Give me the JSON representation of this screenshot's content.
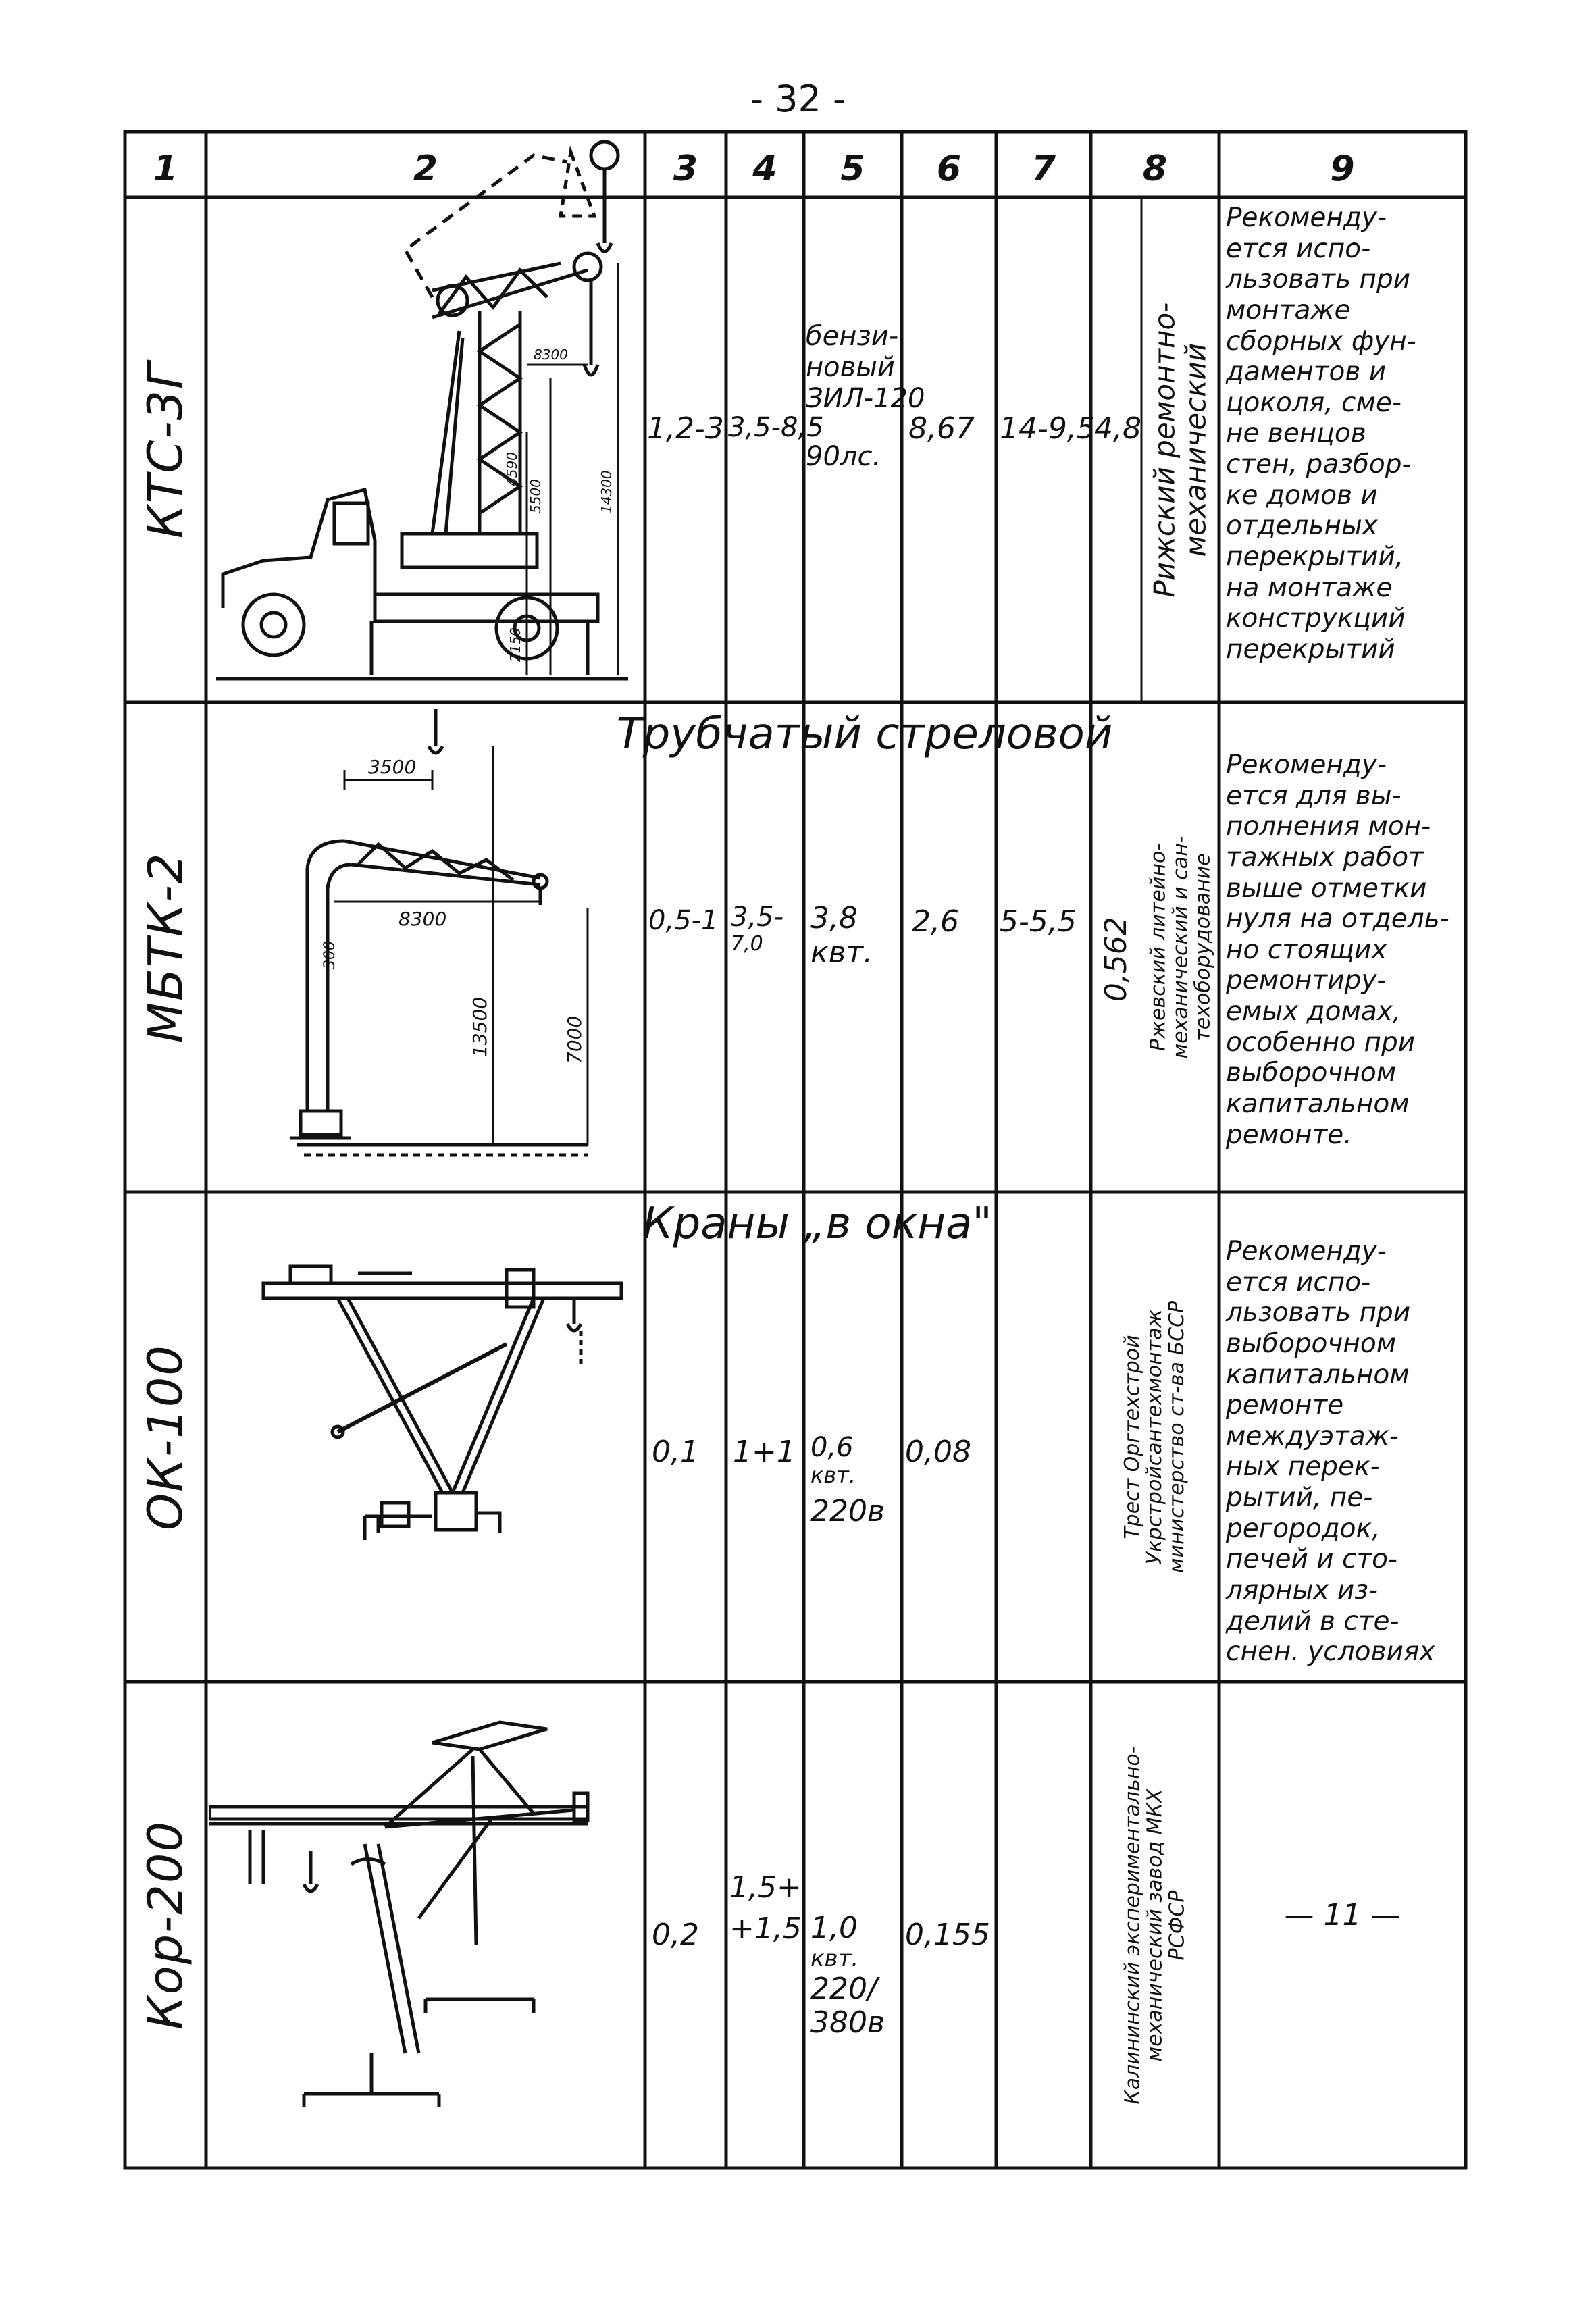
{
  "page_number": "- 32 -",
  "headers": [
    "1",
    "2",
    "3",
    "4",
    "5",
    "6",
    "7",
    "8",
    "9"
  ],
  "rows": [
    {
      "model": "КТС-3Г",
      "banner": "",
      "c3": "1,2-3",
      "c4": "3,5-8,5",
      "c5": [
        "бензи-",
        "новый",
        "ЗИЛ-120",
        "90лс."
      ],
      "c6": "8,67",
      "c7": "14-9,5",
      "c8a": "4,8",
      "manufacturer": [
        "Рижский ремонтно-",
        "механический"
      ],
      "recommendation": [
        "Рекоменду-",
        "ется испо-",
        "льзовать при",
        "монтаже",
        "сборных фун-",
        "даментов и",
        "цоколя, сме-",
        "не венцов",
        "стен, разбор-",
        "ке домов и",
        "отдельных",
        "перекрытий,",
        "на монтаже",
        "конструкций",
        "перекрытий"
      ],
      "dims": [
        "8300",
        "4590",
        "5500",
        "14300",
        "2150"
      ]
    },
    {
      "model": "МБТК-2",
      "banner": "Трубчатый стреловой",
      "c3": "0,5-1",
      "c4": [
        "3,5-",
        "7,0"
      ],
      "c5": [
        "3,8",
        "квт."
      ],
      "c6": "2,6",
      "c7": "5-5,5",
      "c8a": "0,562",
      "manufacturer": [
        "Ржевский литейно-",
        "механический и сан-",
        "техоборудование"
      ],
      "recommendation": [
        "Рекоменду-",
        "ется для вы-",
        "полнения мон-",
        "тажных работ",
        "выше отметки",
        "нуля на отдель-",
        "но стоящих",
        "ремонтиру-",
        "емых домах,",
        "особенно при",
        "выборочном",
        "капитальном",
        "ремонте."
      ],
      "dims": [
        "3500",
        "8300",
        "13500",
        "7000",
        "300"
      ]
    },
    {
      "model": "ОК-100",
      "banner": "Краны „в окна\"",
      "c3": "0,1",
      "c4": "1+1",
      "c5": [
        "0,6",
        "квт.",
        "220в"
      ],
      "c6": "0,08",
      "c7": "",
      "c8a": "",
      "manufacturer": [
        "Трест Оргтехстрой",
        "Укрстройсантехмонтаж",
        "министерство ст-ва БССР"
      ],
      "recommendation": [
        "Рекоменду-",
        "ется испо-",
        "льзовать при",
        "выборочном",
        "капитальном",
        "ремонте",
        "междуэтаж-",
        "ных перек-",
        "рытий, пе-",
        "регородок,",
        "печей и сто-",
        "лярных из-",
        "делий в сте-",
        "снен. условиях"
      ],
      "dims": []
    },
    {
      "model": "Кор-200",
      "banner": "",
      "c3": "0,2",
      "c4": [
        "1,5+",
        "+1,5"
      ],
      "c5": [
        "1,0",
        "квт.",
        "220/",
        "380в"
      ],
      "c6": "0,155",
      "c7": "",
      "c8a": "",
      "manufacturer": [
        "Калининский экспериментально-",
        "механический завод МКХ",
        "РСФСР"
      ],
      "recommendation": [
        "— 11 —"
      ],
      "dims": []
    }
  ]
}
